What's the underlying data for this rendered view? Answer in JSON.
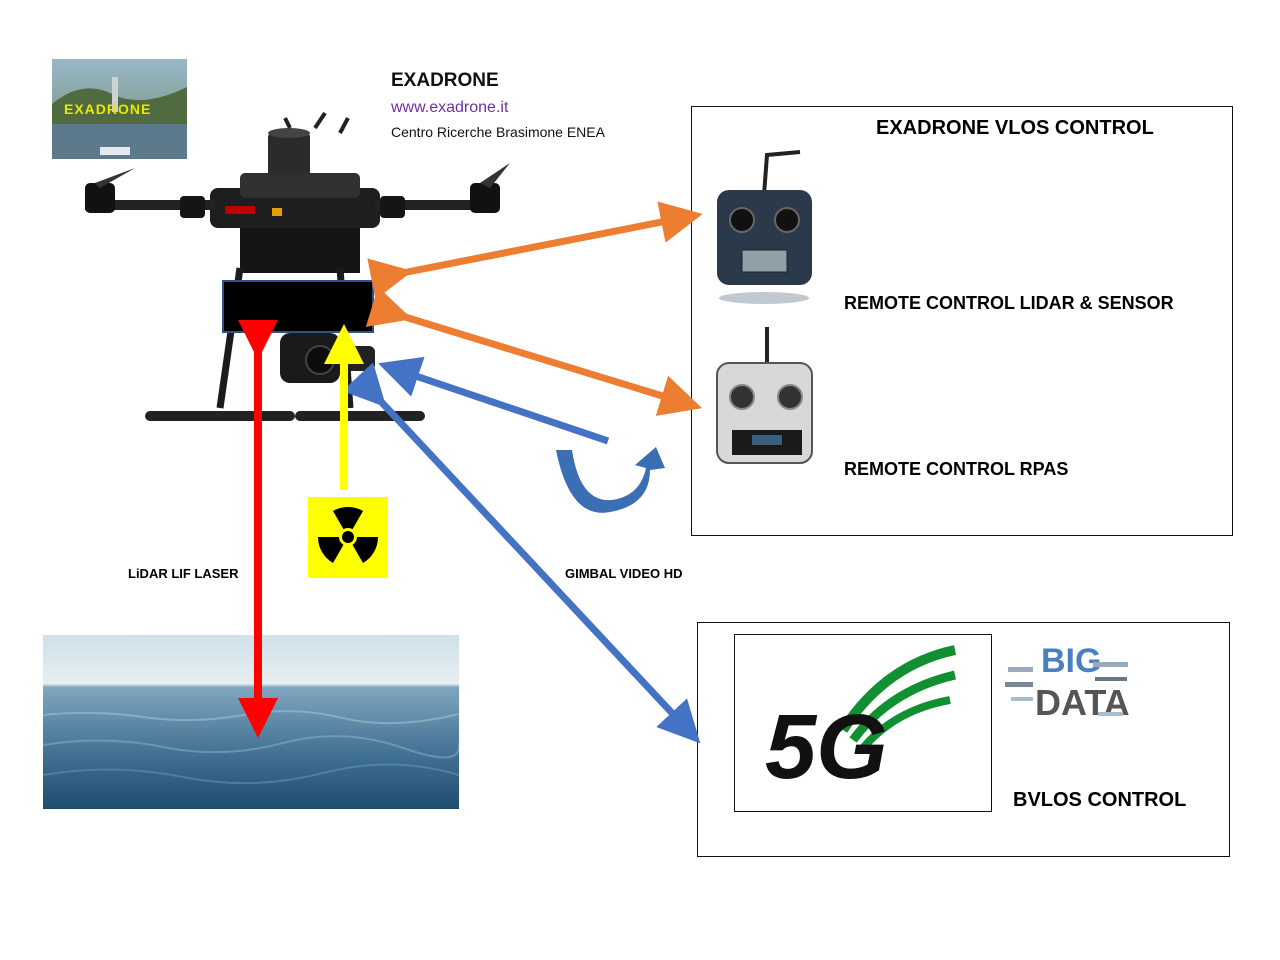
{
  "header": {
    "title": "EXADRONE",
    "url": "www.exadrone.it",
    "org": "Centro Ricerche Brasimone ENEA"
  },
  "logo": {
    "text": "EXADRONE"
  },
  "vlos": {
    "title": "EXADRONE VLOS CONTROL",
    "rc_lidar_label": "REMOTE CONTROL LIDAR & SENSOR",
    "rc_rpas_label": "REMOTE CONTROL RPAS"
  },
  "bvlos": {
    "title": "BVLOS CONTROL",
    "fiveg_text": "5G",
    "bigdata_big": "BIG",
    "bigdata_data": "DATA"
  },
  "labels": {
    "lidar": "LiDAR LIF LASER",
    "gimbal": "GIMBAL VIDEO HD"
  },
  "colors": {
    "orange_arrow": "#ed7d31",
    "blue_arrow": "#4472c4",
    "red_arrow": "#ff0000",
    "yellow_arrow": "#ffff00",
    "url_purple": "#7030a0"
  },
  "icons": [
    "drone-image",
    "radiation-icon",
    "remote-control-icon",
    "5g-logo",
    "big-data-cloud",
    "sea-image"
  ]
}
